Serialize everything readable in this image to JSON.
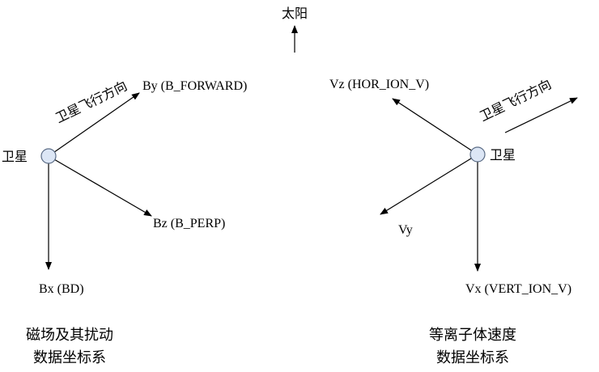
{
  "sun_label": "太阳",
  "colors": {
    "satellite_fill": "#dce6f5",
    "satellite_stroke": "#5a6b85",
    "line": "#000000"
  },
  "magnetic_frame": {
    "satellite_label": "卫星",
    "flight_direction_label": "卫星飞行方向",
    "by_label": "By (B_FORWARD)",
    "bz_label": "Bz (B_PERP)",
    "bx_label": "Bx (BD)",
    "caption_line1": "磁场及其扰动",
    "caption_line2": "数据坐标系"
  },
  "plasma_frame": {
    "satellite_label": "卫星",
    "flight_direction_label": "卫星飞行方向",
    "vz_label": "Vz (HOR_ION_V)",
    "vy_label": "Vy",
    "vx_label": "Vx (VERT_ION_V)",
    "caption_line1": "等离子体速度",
    "caption_line2": "数据坐标系"
  }
}
